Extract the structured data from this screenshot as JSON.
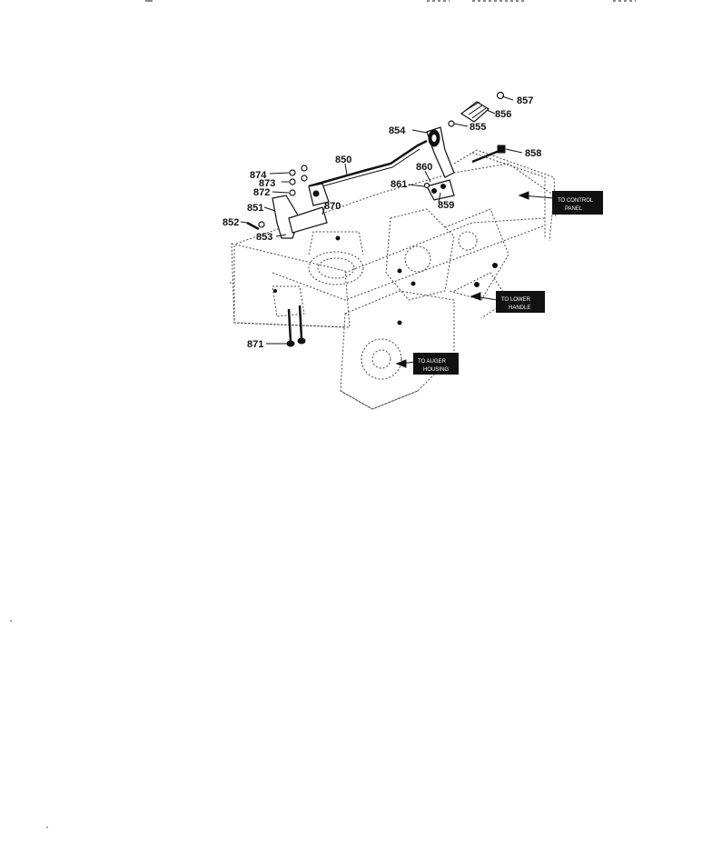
{
  "parts": [
    {
      "id": "p857",
      "label": "857"
    },
    {
      "id": "p856",
      "label": "856"
    },
    {
      "id": "p855",
      "label": "855"
    },
    {
      "id": "p854",
      "label": "854"
    },
    {
      "id": "p858",
      "label": "858"
    },
    {
      "id": "p850",
      "label": "850"
    },
    {
      "id": "p860",
      "label": "860"
    },
    {
      "id": "p874",
      "label": "874"
    },
    {
      "id": "p873",
      "label": "873"
    },
    {
      "id": "p861",
      "label": "861"
    },
    {
      "id": "p859",
      "label": "859"
    },
    {
      "id": "p872",
      "label": "872"
    },
    {
      "id": "p870",
      "label": "870"
    },
    {
      "id": "p851",
      "label": "851"
    },
    {
      "id": "p852",
      "label": "852"
    },
    {
      "id": "p853",
      "label": "853"
    },
    {
      "id": "p871",
      "label": "871"
    }
  ],
  "callouts": [
    {
      "id": "c1",
      "line1": "TO CONTROL",
      "line2": "PANEL"
    },
    {
      "id": "c2",
      "line1": "TO LOWER",
      "line2": "HANDLE"
    },
    {
      "id": "c3",
      "line1": "TO AUGER",
      "line2": "HOUSING"
    }
  ],
  "colors": {
    "ink": "#111111",
    "paper": "#ffffff"
  }
}
